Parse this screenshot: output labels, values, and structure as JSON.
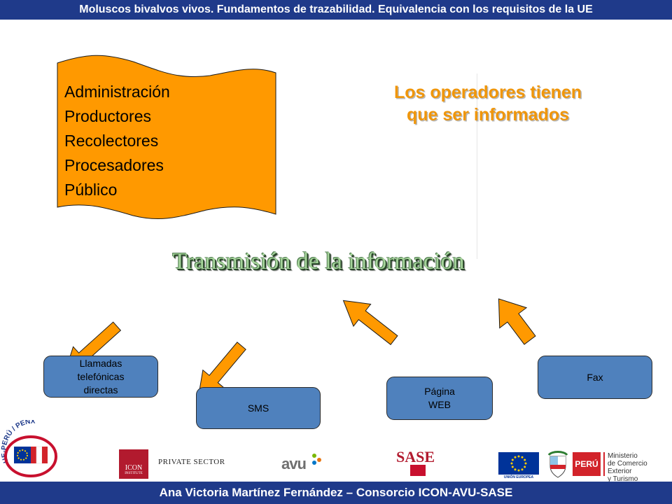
{
  "header": {
    "title": "Moluscos bivalvos vivos. Fundamentos de trazabilidad. Equivalencia con los requisitos de la UE"
  },
  "footer": {
    "text": "Ana Victoria Martínez Fernández – Consorcio ICON-AVU-SASE"
  },
  "stakeholders": {
    "items": [
      "Administración",
      "Productores",
      "Recolectores",
      "Procesadores",
      "Público"
    ]
  },
  "callout": {
    "line1": "Los operadores tienen",
    "line2": "que ser informados"
  },
  "diagram": {
    "title": "Transmisión de la información",
    "channels": [
      {
        "lines": [
          "Llamadas",
          "telefónicas",
          "directas"
        ]
      },
      {
        "lines": [
          "SMS"
        ]
      },
      {
        "lines": [
          "Página",
          "WEB"
        ]
      },
      {
        "lines": [
          "Fax"
        ]
      }
    ]
  },
  "logos": {
    "ue_peru_penx": "UE-PERÚ / PENX",
    "icon_main": "ICON",
    "icon_sub": "INSTITUTE",
    "private_sector": "PRIVATE SECTOR",
    "avu": "avu",
    "sase": "SASE",
    "eu_label": "UNIÓN EUROPEA",
    "peru": "PERÚ",
    "ministerio": [
      "Ministerio",
      "de Comercio Exterior",
      "y Turismo"
    ]
  },
  "colors": {
    "header_bar": "#1f3a8a",
    "flag_fill": "#ff9900",
    "arrow_fill": "#ff9900",
    "box_fill": "#4f81bd",
    "callout_text": "#f0960a",
    "title_text": "#a5d39a"
  }
}
